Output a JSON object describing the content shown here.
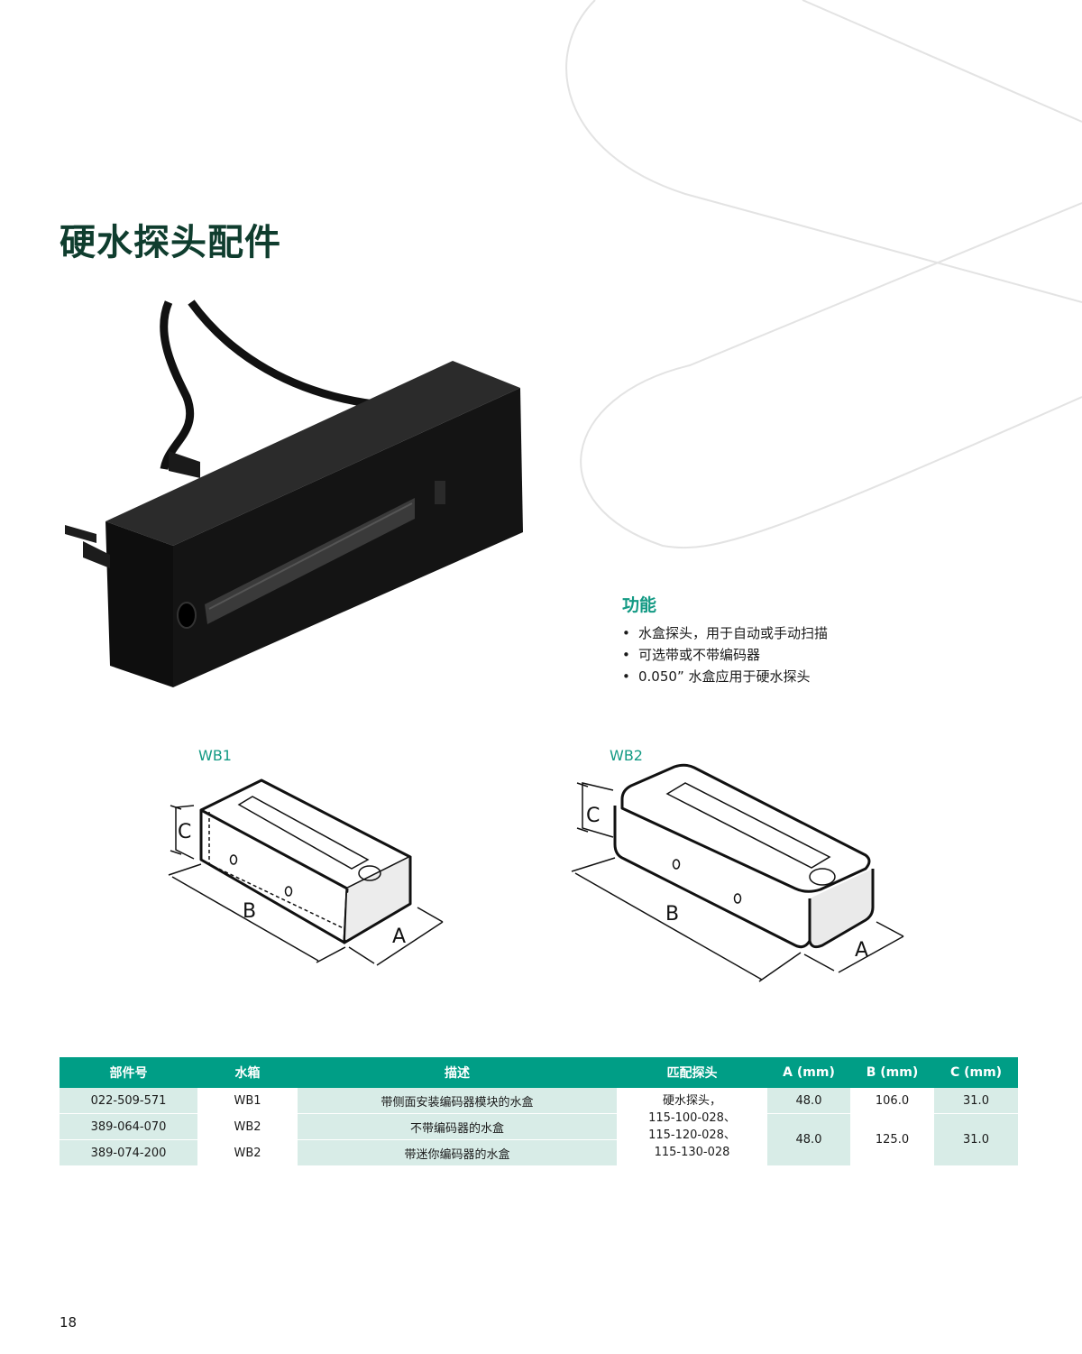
{
  "title": "硬水探头配件",
  "features": {
    "heading": "功能",
    "items": [
      "水盒探头，用于自动或手动扫描",
      "可选带或不带编码器",
      "0.050” 水盒应用于硬水探头"
    ]
  },
  "diagrams": {
    "wb1": {
      "label": "WB1",
      "dim_a": "A",
      "dim_b": "B",
      "dim_c": "C"
    },
    "wb2": {
      "label": "WB2",
      "dim_a": "A",
      "dim_b": "B",
      "dim_c": "C"
    }
  },
  "table": {
    "headers": [
      "部件号",
      "水箱",
      "描述",
      "匹配探头",
      "A (mm)",
      "B (mm)",
      "C (mm)"
    ],
    "rows": [
      {
        "part": "022-509-571",
        "box": "WB1",
        "desc": "带侧面安装编码器模块的水盒",
        "a": "48.0",
        "b": "106.0",
        "c": "31.0"
      },
      {
        "part": "389-064-070",
        "box": "WB2",
        "desc": "不带编码器的水盒"
      },
      {
        "part": "389-074-200",
        "box": "WB2",
        "desc": "带迷你编码器的水盒"
      }
    ],
    "probes": [
      "硬水探头，",
      "115-100-028、",
      "115-120-028、",
      "115-130-028"
    ],
    "wb2_dims": {
      "a": "48.0",
      "b": "125.0",
      "c": "31.0"
    }
  },
  "page_number": "18",
  "colors": {
    "accent": "#009e86",
    "title": "#0f3d2e",
    "row_tint": "#d8ece7"
  }
}
